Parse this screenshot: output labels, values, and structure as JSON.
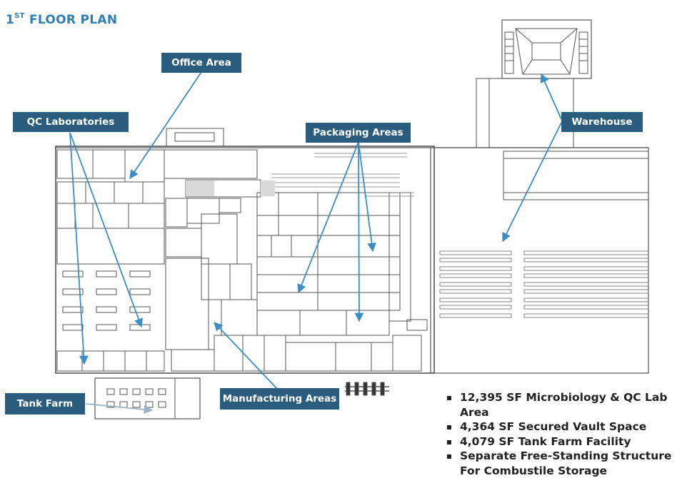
{
  "title": {
    "prefix": "1",
    "sup": "ST",
    "rest": " FLOOR PLAN"
  },
  "labels": {
    "office_area": "Office Area",
    "qc_laboratories": "QC Laboratories",
    "packaging_areas": "Packaging Areas",
    "warehouse": "Warehouse",
    "tank_farm": "Tank Farm",
    "manufacturing_areas": "Manufacturing Areas"
  },
  "facts": [
    "12,395 SF Microbiology & QC Lab Area",
    "4,364 SF Secured Vault Space",
    "4,079 SF Tank Farm Facility",
    "Separate Free-Standing Structure For Combustile Storage"
  ],
  "colors": {
    "title": "#2F7FB5",
    "label_bg": "#2A5C7E",
    "arrow": "#3C8DC5",
    "plan_line": "#555555"
  }
}
